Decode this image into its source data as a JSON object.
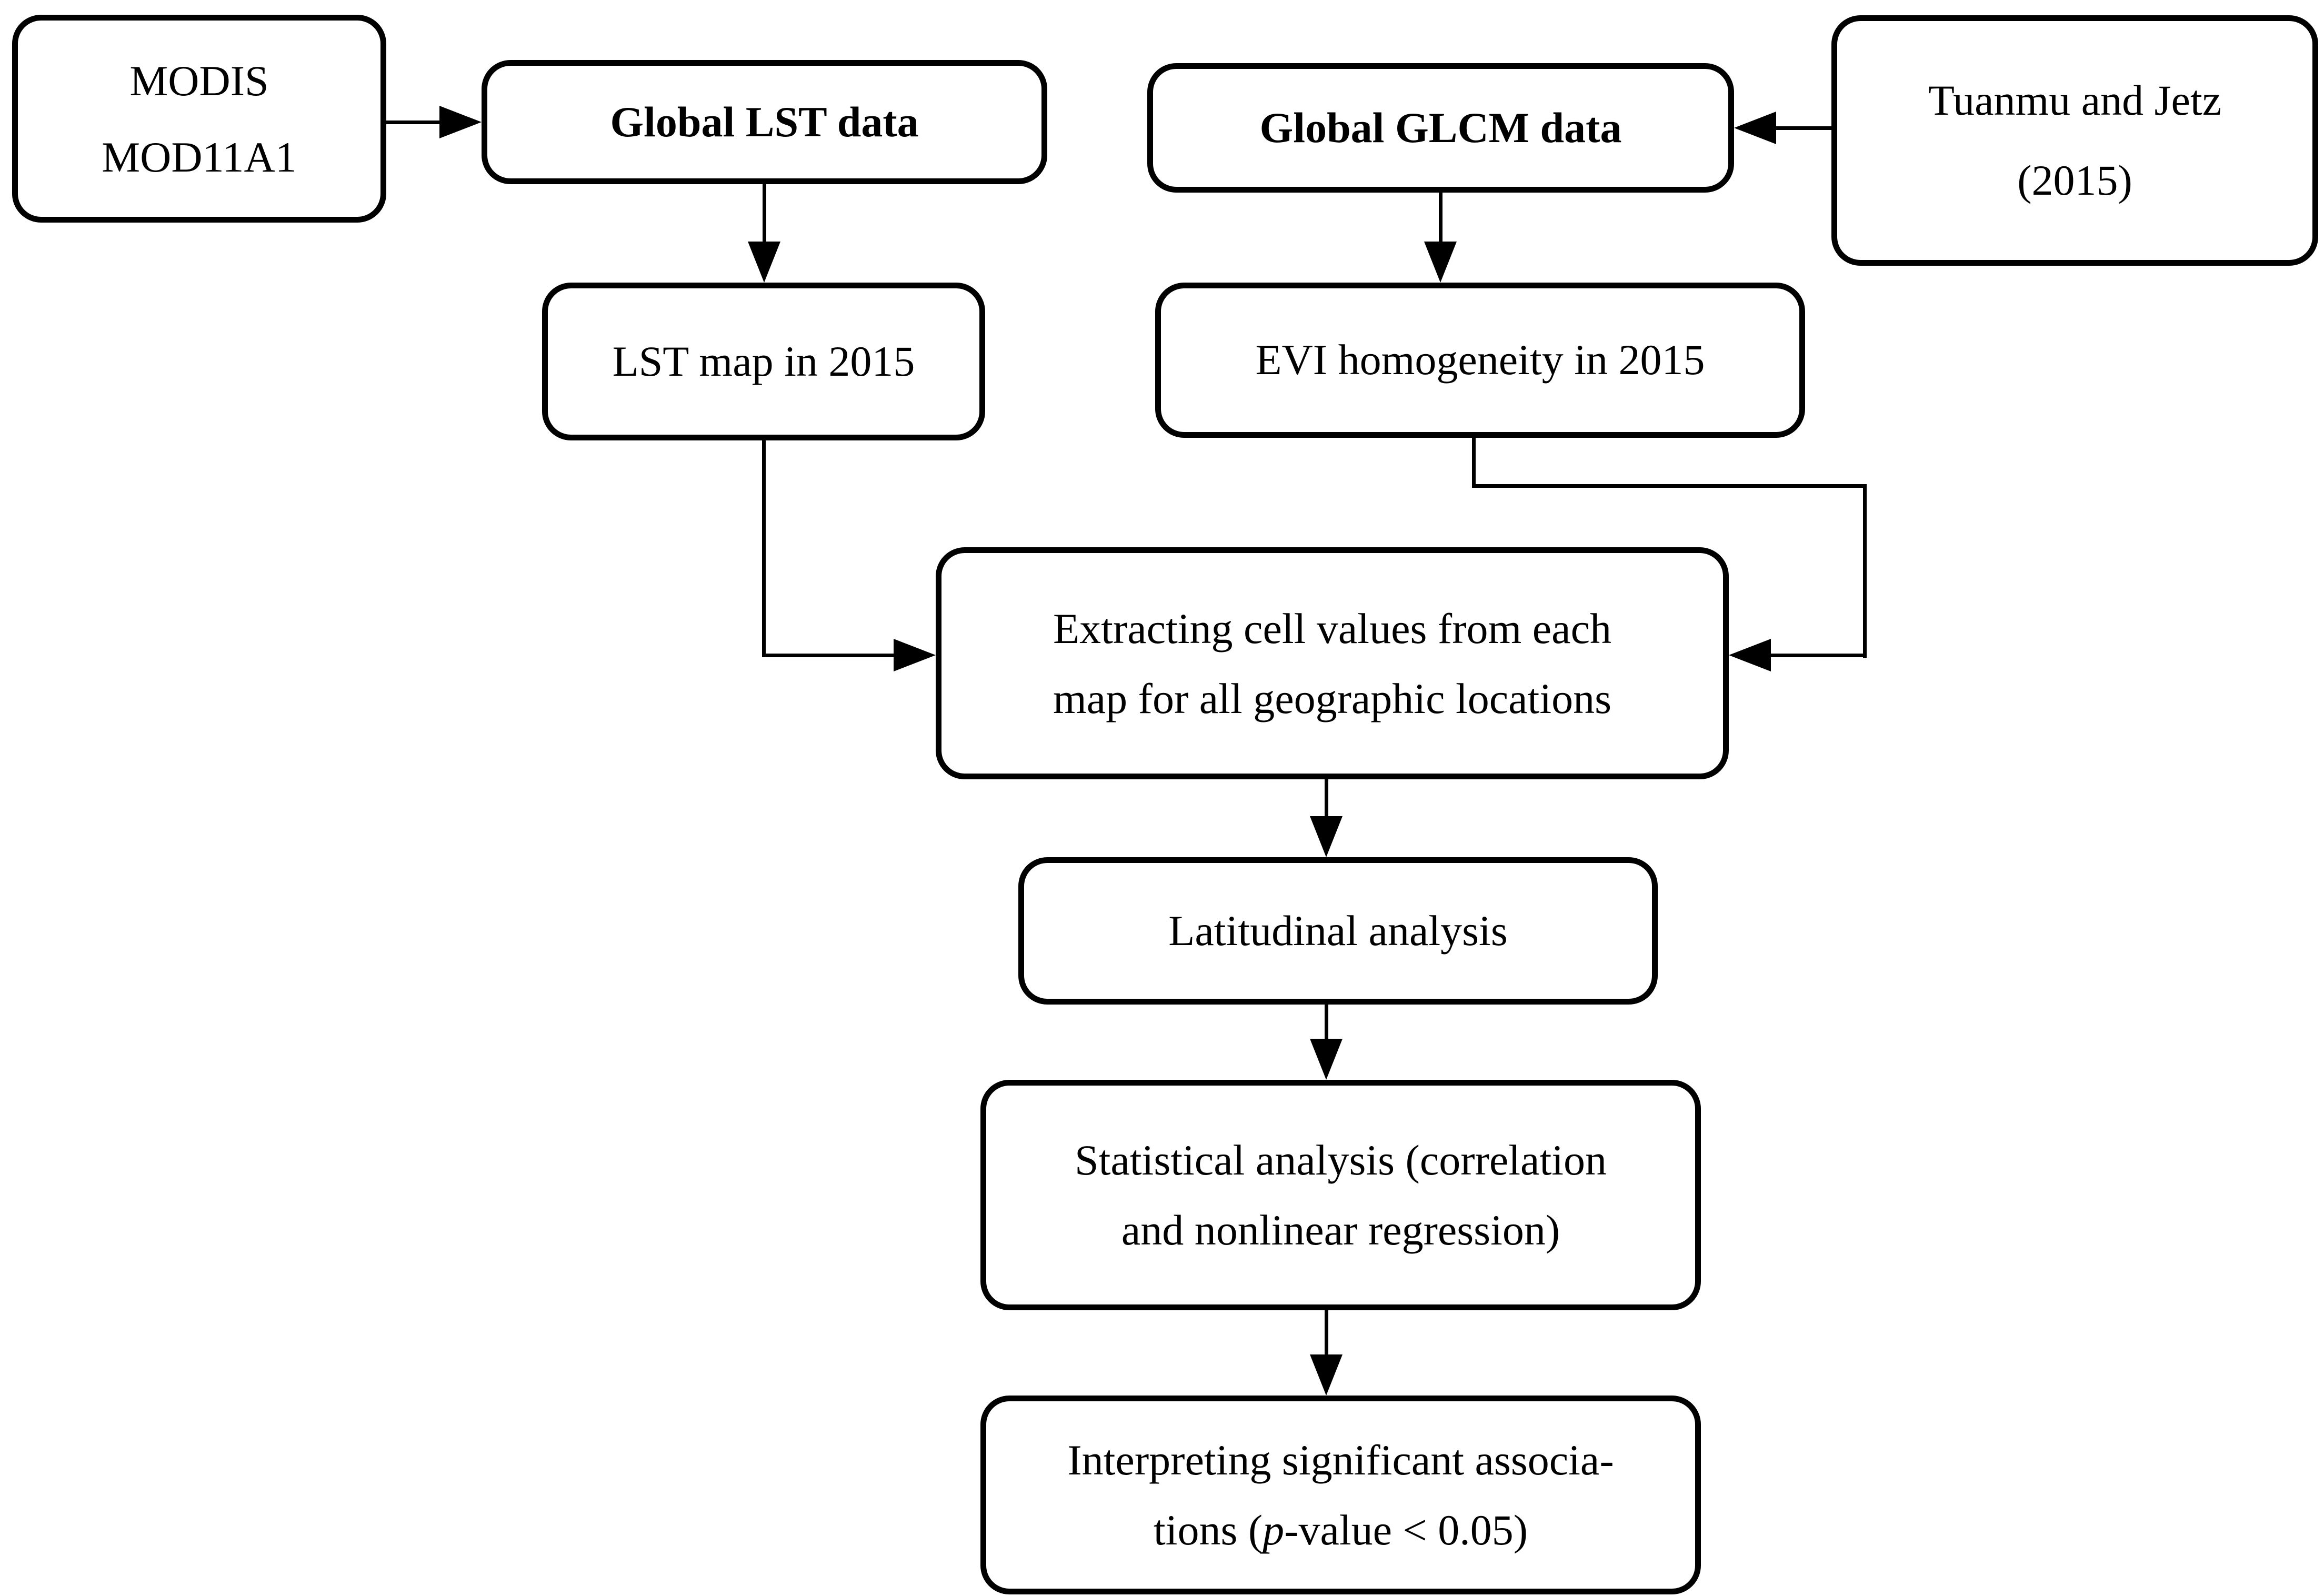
{
  "figure": {
    "type": "flowchart",
    "background_color": "#ffffff",
    "line_color": "#000000",
    "text_color": "#000000"
  },
  "nodes": {
    "modis": {
      "lines": [
        "MODIS",
        "MOD11A1"
      ]
    },
    "global_lst": {
      "label": "Global LST data"
    },
    "global_glcm": {
      "label": "Global GLCM data"
    },
    "tuanmu": {
      "lines": [
        "Tuanmu and Jetz",
        "(2015)"
      ]
    },
    "lst_map": {
      "label": "LST map in 2015"
    },
    "evi": {
      "label": "EVI homogeneity in 2015"
    },
    "extracting": {
      "lines": [
        "Extracting cell values from each",
        "map for all geographic locations"
      ]
    },
    "latitudinal": {
      "label": "Latitudinal analysis"
    },
    "statistical": {
      "lines": [
        "Statistical analysis (correlation",
        "and nonlinear regression)"
      ]
    },
    "interpreting": {
      "line1": "Interpreting significant associa-",
      "line2_pre": "tions (",
      "line2_italic": "p",
      "line2_post": "-value < 0.05)"
    }
  }
}
